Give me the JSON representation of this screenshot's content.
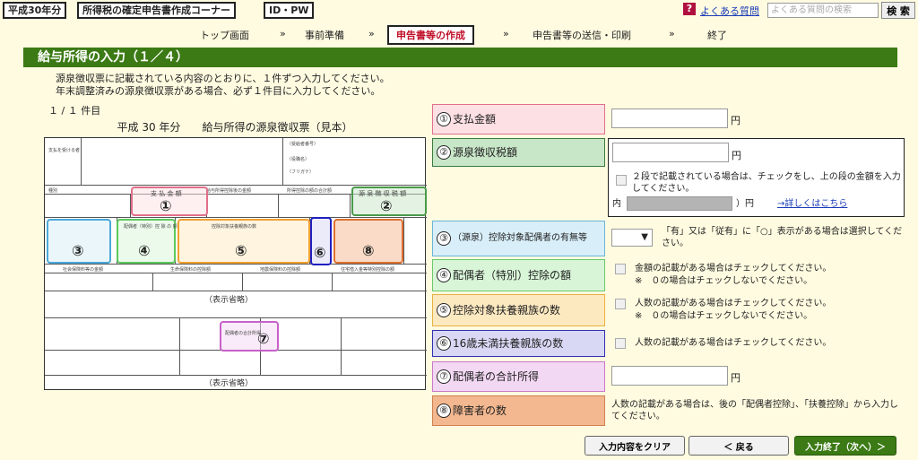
{
  "header": {
    "year_tag": "平成30年分",
    "corner_tag": "所得税の確定申告書作成コーナー",
    "id_tag": "ID・PW",
    "help_glyph": "?",
    "faq_link": "よくある質問",
    "search_placeholder": "よくある質問の検索",
    "search_button": "検 索"
  },
  "steps": {
    "top": "トップ画面",
    "prep": "事前準備",
    "create": "申告書等の作成",
    "send": "申告書等の送信・印刷",
    "end": "終了",
    "sep": "»"
  },
  "page_title": "給与所得の入力（１／４）",
  "instructions": {
    "line1": "源泉徴収票に記載されている内容のとおりに、１件ずつ入力してください。",
    "line2": "年末調整済みの源泉徴収票がある場合、必ず１件目に入力してください。"
  },
  "count": "１ / １ 件目",
  "slip": {
    "year_prefix": "平成 30 年分",
    "title": "給与所得の源泉徴収票（見本）",
    "omit1": "（表示省略）",
    "omit2": "（表示省略）",
    "markers": [
      "①",
      "②",
      "③",
      "④",
      "⑤",
      "⑥",
      "⑦",
      "⑧"
    ],
    "h1": "支 払 金 額",
    "h2": "源 泉 徴 収 税 額",
    "h4": "配偶者（特別）控 除 の 額",
    "h5": "控除対象扶養親族の数",
    "h7": "配偶者の合計所得"
  },
  "form": {
    "r1": {
      "num": "①",
      "label": "支払金額",
      "yen": "円"
    },
    "r2": {
      "num": "②",
      "label": "源泉徴収税額",
      "yen": "円",
      "note": "２段で記載されている場合は、チェックをし、上の段の金額を入力してください。",
      "inner_prefix": "内（",
      "inner_suffix": "）円",
      "link": "→詳しくはこちら"
    },
    "r3": {
      "num": "③",
      "label": "（源泉）控除対象配偶者の有無等",
      "note": "「有」又は「従有」に「○」表示がある場合は選択してください。"
    },
    "r4": {
      "num": "④",
      "label": "配偶者（特別）控除の額",
      "note1": "金額の記載がある場合はチェックしてください。",
      "note2": "※　０の場合はチェックしないでください。"
    },
    "r5": {
      "num": "⑤",
      "label": "控除対象扶養親族の数",
      "note1": "人数の記載がある場合はチェックしてください。",
      "note2": "※　０の場合はチェックしないでください。"
    },
    "r6": {
      "num": "⑥",
      "label": "16歳未満扶養親族の数",
      "note": "人数の記載がある場合はチェックしてください。"
    },
    "r7": {
      "num": "⑦",
      "label": "配偶者の合計所得",
      "yen": "円"
    },
    "r8": {
      "num": "⑧",
      "label": "障害者の数",
      "note": "人数の記載がある場合は、後の「配偶者控除」、「扶養控除」から入力してください。"
    }
  },
  "buttons": {
    "clear": "入力内容をクリア",
    "back": "＜ 戻る",
    "finish": "入力終了（次へ）＞"
  },
  "colors": {
    "title_green": "#3b7a14",
    "r1": "#fde0e4",
    "r2": "#c8e6c8",
    "r3": "#d8eef8",
    "r4": "#d8f5d8",
    "r5": "#fde9c0",
    "r6": "#d8d8f5",
    "r7": "#f3d8f3",
    "r8": "#f4b890"
  }
}
